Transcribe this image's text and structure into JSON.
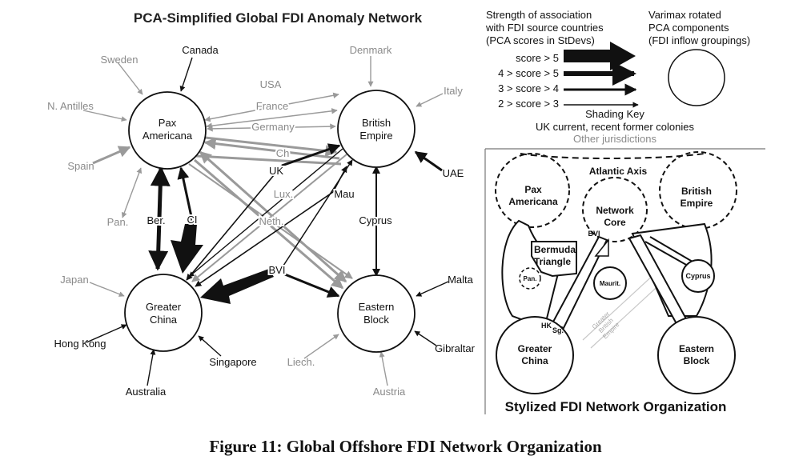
{
  "left_panel": {
    "title": "PCA-Simplified Global FDI Anomaly Network",
    "nodes": {
      "pax": [
        "Pax",
        "Americana"
      ],
      "british": [
        "British",
        "Empire"
      ],
      "china": [
        "Greater",
        "China"
      ],
      "eastern": [
        "Eastern",
        "Block"
      ]
    },
    "countries": {
      "canada": "Canada",
      "sweden": "Sweden",
      "denmark": "Denmark",
      "italy": "Italy",
      "n_antilles": "N. Antilles",
      "spain": "Spain",
      "usa": "USA",
      "france": "France",
      "germany": "Germany",
      "ch": "Ch",
      "uk": "UK",
      "lux": "Lux.",
      "mau": "Mau",
      "uae": "UAE",
      "pan": "Pan.",
      "ber": "Ber.",
      "ci": "CI",
      "neth": "Neth.",
      "cyprus": "Cyprus",
      "bvi": "BVI",
      "japan": "Japan",
      "malta": "Malta",
      "hong_kong": "Hong Kong",
      "gibraltar": "Gibraltar",
      "singapore": "Singapore",
      "liech": "Liech.",
      "australia": "Australia",
      "austria": "Austria"
    }
  },
  "legend": {
    "strength_title": [
      "Strength of association",
      "with FDI source countries",
      "(PCA scores in StDevs)"
    ],
    "levels": [
      "score > 5",
      "4 > score > 5",
      "3 > score > 4",
      "2 > score > 3"
    ],
    "varimax_title": [
      "Varimax rotated",
      "PCA components",
      "(FDI inflow groupings)"
    ],
    "shading_key": "Shading Key",
    "shading_dark": "UK current, recent former colonies",
    "shading_light": "Other jurisdictions"
  },
  "stylized_panel": {
    "title": "Stylized FDI Network Organization",
    "atlantic_axis": "Atlantic Axis",
    "pax": [
      "Pax",
      "Americana"
    ],
    "british": [
      "British",
      "Empire"
    ],
    "core": [
      "Network",
      "Core"
    ],
    "bvi": "BVI",
    "bermuda": [
      "Bermuda",
      "Triangle"
    ],
    "pan": "Pan.",
    "maurit": "Maurit.",
    "cyprus": "Cyprus",
    "hk": "HK",
    "sg": "Sg.",
    "greater_british": [
      "Greater",
      "British",
      "Empire"
    ],
    "china": [
      "Greater",
      "China"
    ],
    "eastern": [
      "Eastern",
      "Block"
    ]
  },
  "colors": {
    "dark": "#111111",
    "gray": "#9a9a9a",
    "light_text": "#8a8a8a"
  },
  "caption": "Figure 11: Global Offshore FDI Network Organization"
}
